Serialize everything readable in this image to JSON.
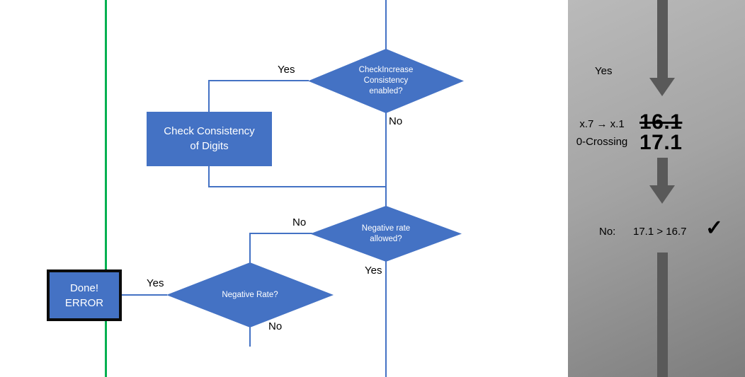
{
  "colors": {
    "shape_blue": "#4472C4",
    "connector_blue": "#4472C4",
    "green_line": "#00B050",
    "arrow_gray": "#595959",
    "panel_gray_light": "#BABABA",
    "panel_gray_dark": "#7D7D7D"
  },
  "flowchart": {
    "decision_check_increase": "CheckIncrease\nConsistency\nenabled?",
    "yes_check_increase": "Yes",
    "no_check_increase": "No",
    "process_check_consistency": "Check Consistency\nof Digits",
    "decision_negative_allowed": "Negative rate\nallowed?",
    "no_negative_allowed": "No",
    "yes_negative_allowed": "Yes",
    "decision_negative_rate": "Negative Rate?",
    "yes_negative_rate": "Yes",
    "no_negative_rate": "No",
    "terminator_done": "Done!\nERROR"
  },
  "side_panel": {
    "yes_label": "Yes",
    "crossing_rule": "x.7 → x.1",
    "crossing_label": "0-Crossing",
    "old_value": "16.1",
    "new_value": "17.1",
    "no_label": "No:",
    "comparison": "17.1 > 16.7",
    "checkmark": "✓"
  }
}
